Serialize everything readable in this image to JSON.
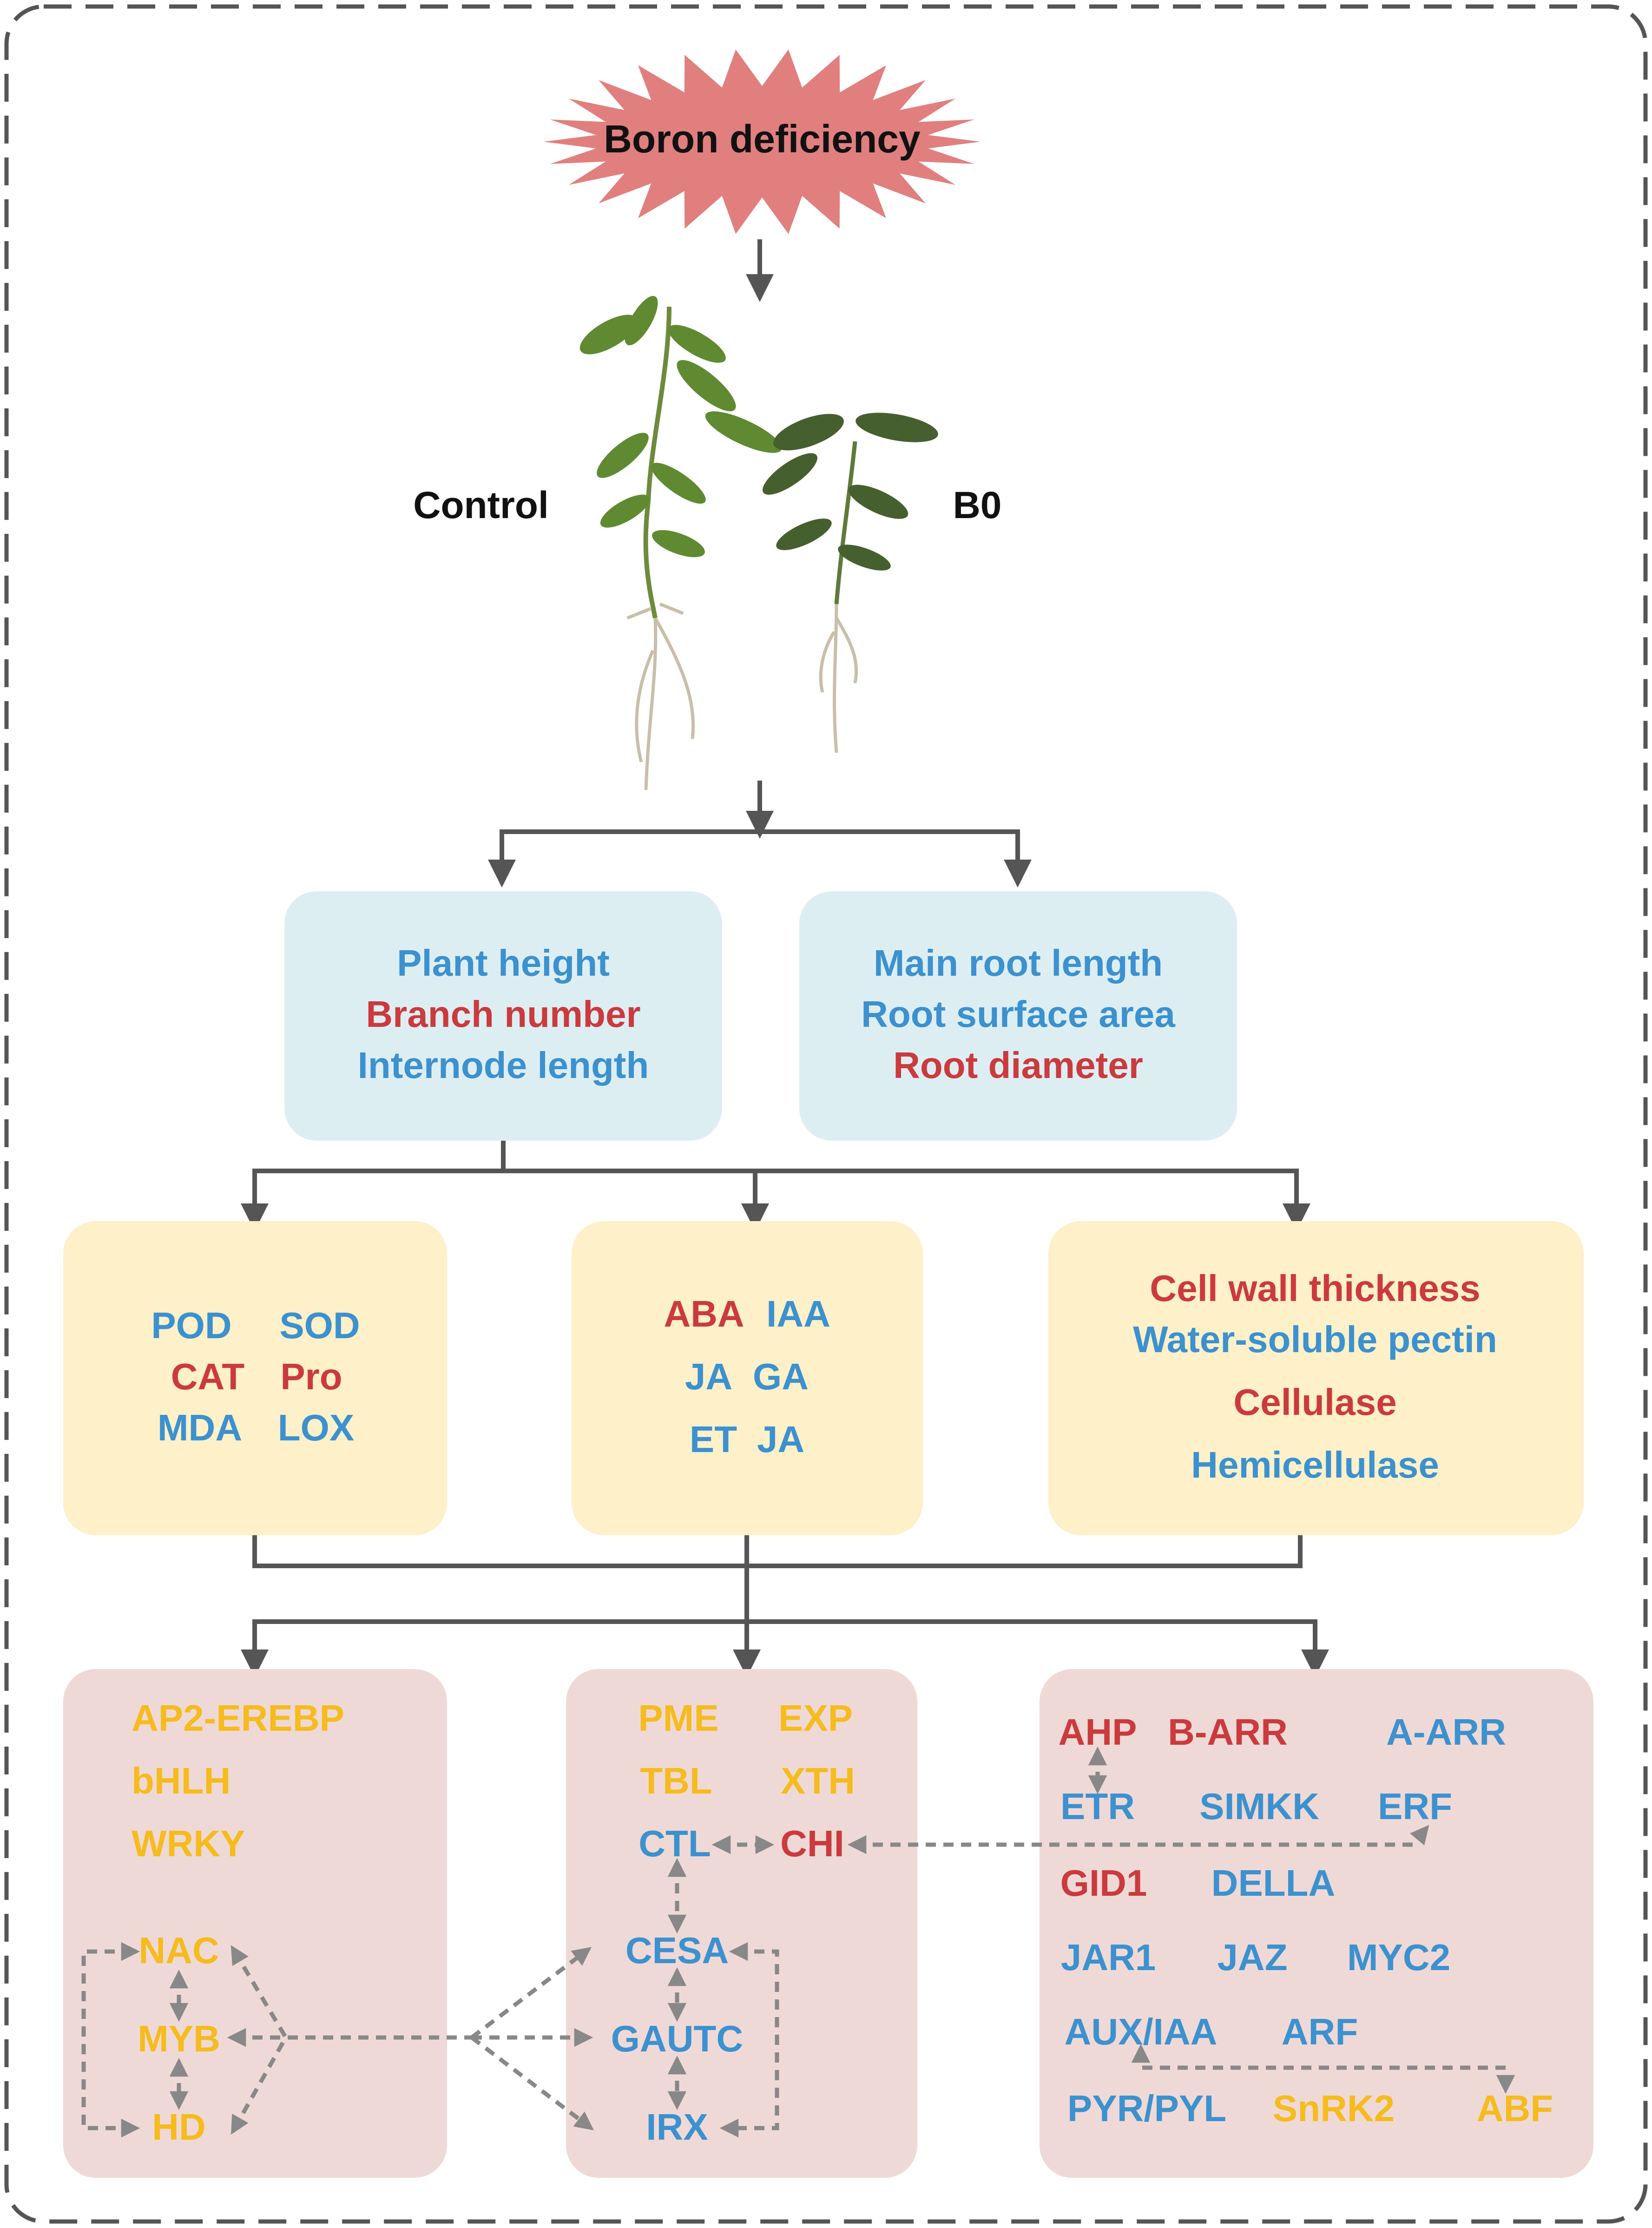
{
  "colors": {
    "red": "#CB3A3D",
    "blue": "#3C91CF",
    "orange": "#F6BB1D",
    "box_blue": "#DDEEF3",
    "box_yellow": "#FEF0C8",
    "box_pink": "#EFD9D6",
    "star": "#E17F7F"
  },
  "title": "Boron deficiency",
  "plants": {
    "control_label": "Control",
    "treatment_label": "B0"
  },
  "traits": {
    "shoot": [
      {
        "text": "Plant height",
        "color": "blue"
      },
      {
        "text": "Branch number",
        "color": "red"
      },
      {
        "text": "Internode length",
        "color": "blue"
      }
    ],
    "root": [
      {
        "text": "Main root length",
        "color": "blue"
      },
      {
        "text": "Root surface area",
        "color": "blue"
      },
      {
        "text": "Root diameter",
        "color": "red"
      }
    ]
  },
  "physiology": {
    "enzymes": [
      {
        "left": "POD",
        "left_color": "blue",
        "right": "SOD",
        "right_color": "blue"
      },
      {
        "left": "CAT",
        "left_color": "red",
        "right": "Pro",
        "right_color": "red"
      },
      {
        "left": "MDA",
        "left_color": "blue",
        "right": "LOX",
        "right_color": "blue"
      }
    ],
    "hormones": [
      {
        "left": "ABA",
        "left_color": "red",
        "right": "IAA",
        "right_color": "blue"
      },
      {
        "left": "JA",
        "left_color": "blue",
        "right": "GA",
        "right_color": "blue"
      },
      {
        "left": "ET",
        "left_color": "blue",
        "right": "JA",
        "right_color": "blue"
      }
    ],
    "cell_wall": [
      {
        "text": "Cell wall thickness",
        "color": "red"
      },
      {
        "text": "Water-soluble pectin",
        "color": "blue"
      },
      {
        "text": "Cellulase",
        "color": "red"
      },
      {
        "text": "Hemicellulase",
        "color": "blue"
      }
    ]
  },
  "genes": {
    "tf": {
      "families": [
        {
          "text": "AP2-EREBP",
          "color": "orange"
        },
        {
          "text": "bHLH",
          "color": "orange"
        },
        {
          "text": "WRKY",
          "color": "orange"
        }
      ],
      "network": [
        {
          "text": "NAC",
          "color": "orange"
        },
        {
          "text": "MYB",
          "color": "orange"
        },
        {
          "text": "HD",
          "color": "orange"
        }
      ]
    },
    "wall": {
      "top": [
        {
          "left": "PME",
          "left_color": "orange",
          "right": "EXP",
          "right_color": "orange"
        },
        {
          "left": "TBL",
          "left_color": "orange",
          "right": "XTH",
          "right_color": "orange"
        }
      ],
      "ctl": {
        "text": "CTL",
        "color": "blue"
      },
      "chi": {
        "text": "CHI",
        "color": "red"
      },
      "cesa": {
        "text": "CESA",
        "color": "blue"
      },
      "gautc": {
        "text": "GAUTC",
        "color": "blue"
      },
      "irx": {
        "text": "IRX",
        "color": "blue"
      }
    },
    "hormone": {
      "rows": [
        [
          {
            "text": "AHP",
            "color": "red"
          },
          {
            "text": "B-ARR",
            "color": "red"
          },
          {
            "text": "A-ARR",
            "color": "blue"
          }
        ],
        [
          {
            "text": "ETR",
            "color": "blue"
          },
          {
            "text": "SIMKK",
            "color": "blue"
          },
          {
            "text": "ERF",
            "color": "blue"
          }
        ],
        [
          {
            "text": "GID1",
            "color": "red"
          },
          {
            "text": "DELLA",
            "color": "blue"
          }
        ],
        [
          {
            "text": "JAR1",
            "color": "blue"
          },
          {
            "text": "JAZ",
            "color": "blue"
          },
          {
            "text": "MYC2",
            "color": "blue"
          }
        ],
        [
          {
            "text": "AUX/IAA",
            "color": "blue"
          },
          {
            "text": "ARF",
            "color": "blue"
          }
        ],
        [
          {
            "text": "PYR/PYL",
            "color": "blue"
          },
          {
            "text": "SnRK2",
            "color": "orange"
          },
          {
            "text": "ABF",
            "color": "orange"
          }
        ]
      ]
    }
  }
}
